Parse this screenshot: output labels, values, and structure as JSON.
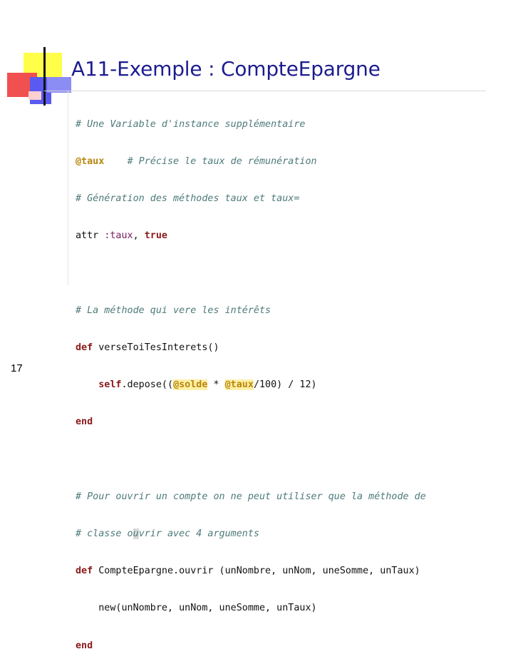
{
  "slide": {
    "title": "A11-Exemple : CompteEpargne",
    "page_number": "17"
  },
  "code_lines": [
    {
      "comment": "# Une Variable d'instance supplémentaire"
    },
    {
      "ivar": "@taux",
      "sep": "    ",
      "comment": "# Précise le taux de rémunération"
    },
    {
      "comment": "# Génération des méthodes taux et taux="
    },
    {
      "pre": "attr ",
      "symbol": ":taux",
      "mid": ", ",
      "kwtrue": "true"
    },
    {
      "blank": ""
    },
    {
      "comment": "# La méthode qui vere les intérêts"
    },
    {
      "kw": "def",
      "rest": " verseToiTesInterets()"
    },
    {
      "indent": "    ",
      "self": "self",
      "a": ".depose((",
      "ivar1": "@solde",
      "b": " * ",
      "ivar2": "@taux",
      "c": "/100) / 12)"
    },
    {
      "kw": "end"
    },
    {
      "blank": ""
    },
    {
      "comment": "# Pour ouvrir un compte on ne peut utiliser que la méthode de"
    },
    {
      "comment_a": "# classe o",
      "cursor": "u",
      "comment_b": "vrir avec 4 arguments"
    },
    {
      "kw": "def",
      "rest": " CompteEpargne.ouvrir (unNombre, unNom, uneSomme, unTaux)"
    },
    {
      "rest": "    new(unNombre, unNom, uneSomme, unTaux)"
    },
    {
      "kw": "end"
    }
  ],
  "colors": {
    "title": "#1c1c90",
    "comment": "#4e7a7a",
    "keyword": "#8b1a1a",
    "instance_variable": "#b8860b"
  }
}
